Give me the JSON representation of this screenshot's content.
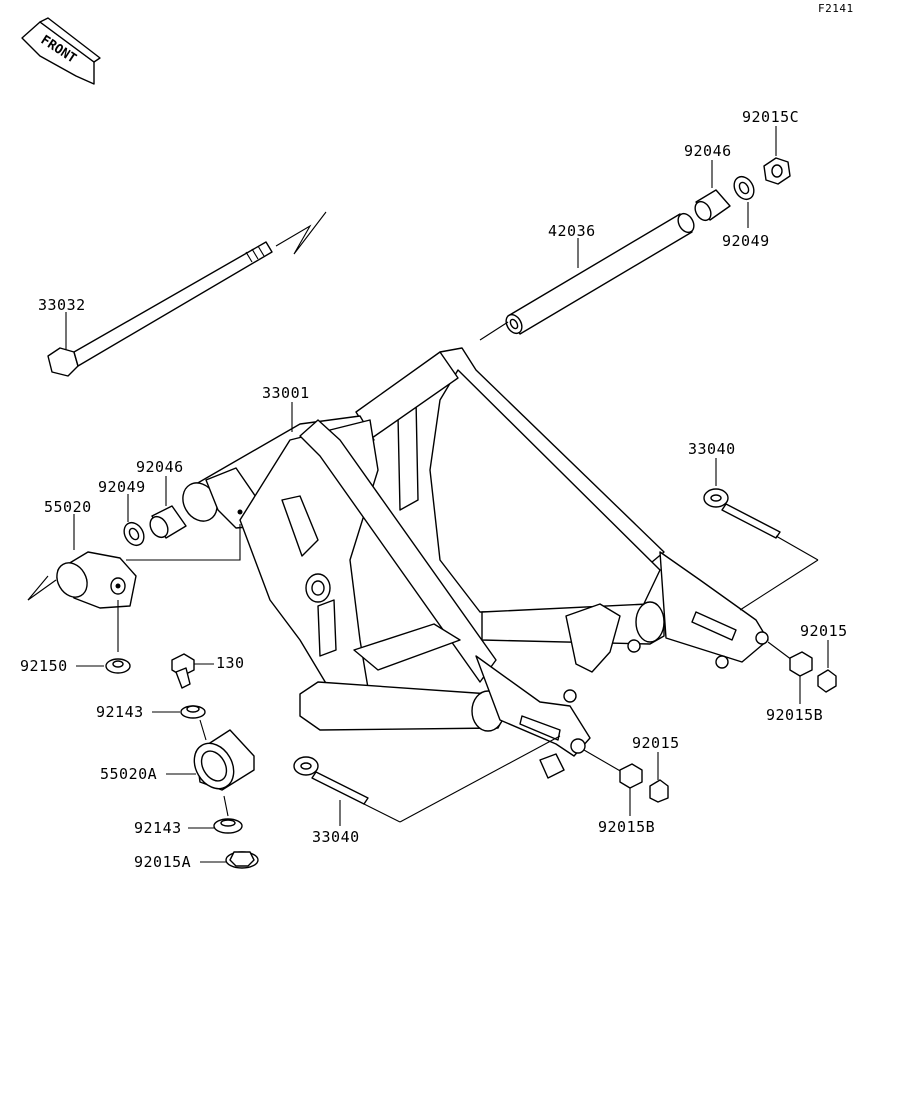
{
  "figure_code": "F2141",
  "front_marker": "FRONT",
  "labels": {
    "p33032": "33032",
    "p42036": "42036",
    "p92046_top": "92046",
    "p92015c": "92015C",
    "p92049_top": "92049",
    "p33001": "33001",
    "p92046_left": "92046",
    "p92049_left": "92049",
    "p55020": "55020",
    "p33040_right": "33040",
    "p92015_right": "92015",
    "p92015b_right": "92015B",
    "p92150": "92150",
    "p130": "130",
    "p92143_top": "92143",
    "p55020a": "55020A",
    "p92143_bottom": "92143",
    "p92015a": "92015A",
    "p33040_bottom": "33040",
    "p92015_bottom": "92015",
    "p92015b_bottom": "92015B"
  }
}
